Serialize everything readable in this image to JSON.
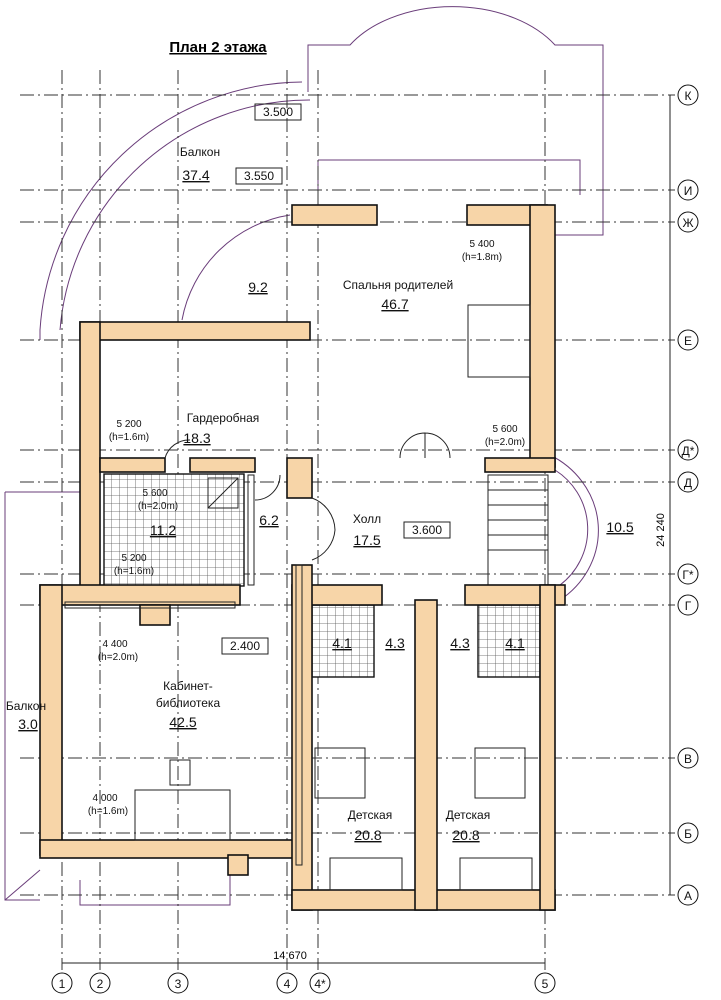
{
  "title": "План 2 этажа",
  "axes": {
    "columns": [
      "1",
      "2",
      "3",
      "4",
      "4*",
      "5"
    ],
    "rows": [
      "К",
      "И",
      "Ж",
      "Е",
      "Д*",
      "Д",
      "Г*",
      "Г",
      "В",
      "Б",
      "А"
    ]
  },
  "dimensions": {
    "total_width": "14 670",
    "total_height": "24 240"
  },
  "level_marks": [
    "3.500",
    "3.550",
    "3.600",
    "2.400"
  ],
  "rooms": [
    {
      "name": "Балкон",
      "area": "37.4"
    },
    {
      "name": "",
      "area": "9.2"
    },
    {
      "name": "Спальня родителей",
      "area": "46.7"
    },
    {
      "name": "Гардеробная",
      "area": "18.3"
    },
    {
      "name": "",
      "area": "11.2"
    },
    {
      "name": "",
      "area": "6.2"
    },
    {
      "name": "Холл",
      "area": "17.5"
    },
    {
      "name": "",
      "area": "10.5"
    },
    {
      "name": "",
      "area": "4.1"
    },
    {
      "name": "",
      "area": "4.3"
    },
    {
      "name": "",
      "area": "4.3"
    },
    {
      "name": "",
      "area": "4.1"
    },
    {
      "name_line1": "Кабинет-",
      "name_line2": "библиотека",
      "area": "42.5"
    },
    {
      "name": "Балкон",
      "area": "3.0"
    },
    {
      "name": "Детская",
      "area": "20.8"
    },
    {
      "name": "Детская",
      "area": "20.8"
    }
  ],
  "window_marks": [
    {
      "size": "5 400",
      "height": "(h=1.8m)"
    },
    {
      "size": "5 600",
      "height": "(h=2.0m)"
    },
    {
      "size": "5 200",
      "height": "(h=1.6m)"
    },
    {
      "size": "5 600",
      "height": "(h=2.0m)"
    },
    {
      "size": "5 200",
      "height": "(h=1.6m)"
    },
    {
      "size": "4 400",
      "height": "(h=2.0m)"
    },
    {
      "size": "4 000",
      "height": "(h=1.6m)"
    }
  ]
}
